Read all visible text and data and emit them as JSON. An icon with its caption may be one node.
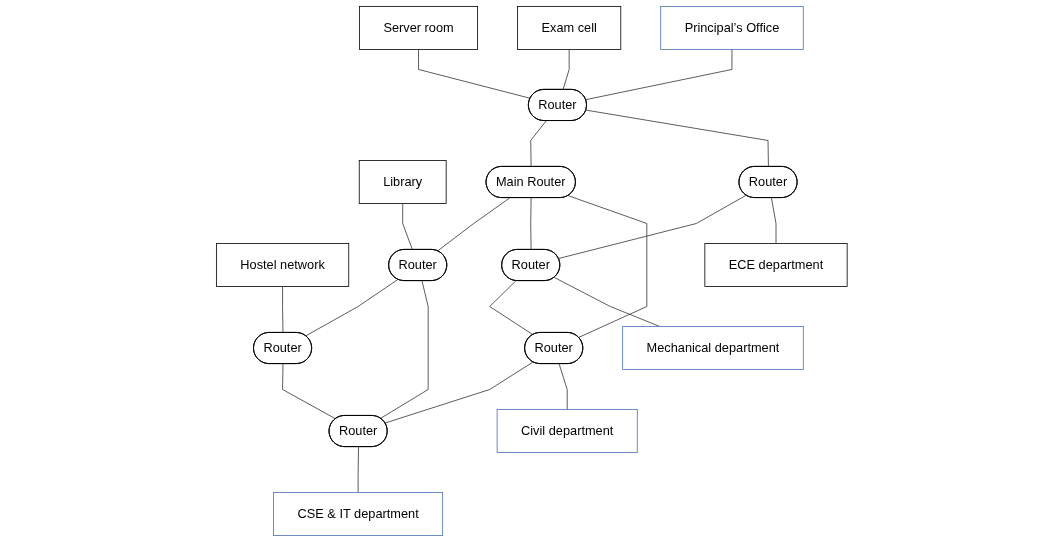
{
  "diagram": {
    "nodes": [
      {
        "text": [
          "Server room"
        ]
      },
      {
        "text": [
          "Exam cell"
        ]
      },
      {
        "text": [
          "Library"
        ]
      },
      {
        "text": [
          "Hostel network"
        ]
      },
      {
        "text": [
          "Main Router"
        ]
      },
      {
        "text": [
          "Principal’s Office"
        ]
      },
      {
        "text": [
          "Router"
        ]
      },
      {
        "text": [
          "Router"
        ]
      },
      {
        "text": [
          "Router"
        ]
      },
      {
        "text": [
          "Router"
        ]
      },
      {
        "text": [
          "Router"
        ]
      },
      {
        "text": [
          "Router"
        ]
      },
      {
        "text": [
          "Router"
        ]
      },
      {
        "text": [
          "ECE department"
        ]
      },
      {
        "text": [
          "Mechanical department"
        ]
      },
      {
        "text": [
          "Civil department"
        ]
      },
      {
        "text": [
          "CSE & IT department"
        ]
      }
    ],
    "edges": [
      {
        "from": 0,
        "to": 6,
        "arrow": "none"
      },
      {
        "from": 1,
        "to": 6,
        "arrow": "none"
      },
      {
        "from": 5,
        "to": 6,
        "arrow": "none"
      },
      {
        "from": 6,
        "to": 4,
        "arrow": "none"
      },
      {
        "from": 4,
        "to": 7,
        "arrow": "none"
      },
      {
        "from": 2,
        "to": 7,
        "arrow": "none"
      },
      {
        "from": 7,
        "to": 8,
        "arrow": "none"
      },
      {
        "from": 3,
        "to": 8,
        "arrow": "none"
      },
      {
        "from": 6,
        "to": 9,
        "arrow": "none"
      },
      {
        "from": 4,
        "to": 10,
        "arrow": "none"
      },
      {
        "from": 4,
        "to": 11,
        "arrow": "none"
      },
      {
        "from": 7,
        "to": 12,
        "arrow": "none"
      },
      {
        "from": 8,
        "to": 12,
        "arrow": "none"
      },
      {
        "from": 9,
        "to": 10,
        "arrow": "none"
      },
      {
        "from": 10,
        "to": 11,
        "arrow": "none"
      },
      {
        "from": 11,
        "to": 12,
        "arrow": "none"
      },
      {
        "from": 9,
        "to": 13,
        "arrow": "none"
      },
      {
        "from": 10,
        "to": 14,
        "arrow": "none"
      },
      {
        "from": 11,
        "to": 15,
        "arrow": "none"
      },
      {
        "from": 12,
        "to": 16,
        "arrow": "none"
      }
    ]
  }
}
